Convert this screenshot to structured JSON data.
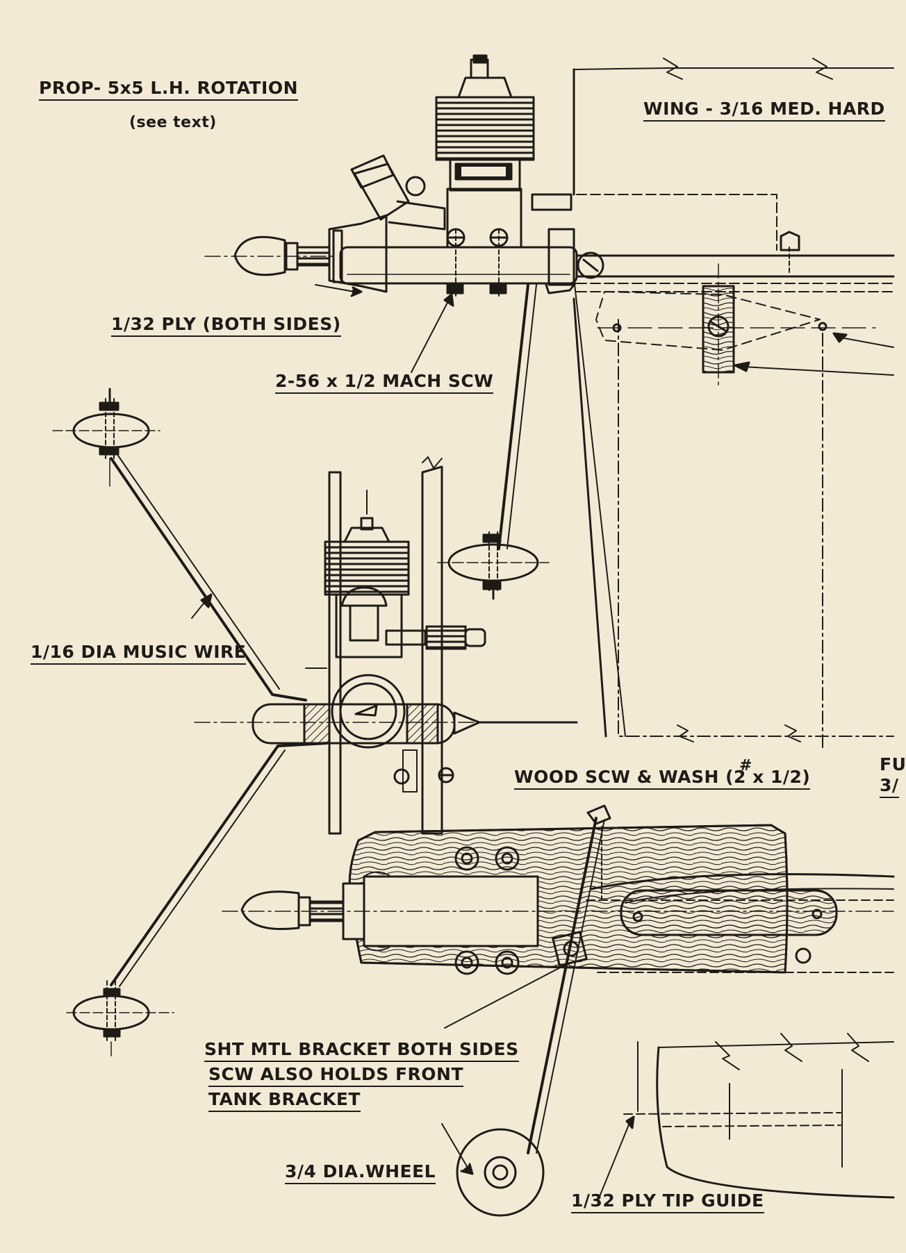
{
  "labels": {
    "prop": "PROP- 5x5  L.H. ROTATION",
    "see_text": "(see text)",
    "wing": "WING - 3/16 MED. HARD",
    "ply_sides": "1/32 PLY (BOTH SIDES)",
    "mach_screw": "2-56 x 1/2 MACH SCW",
    "music_wire": "1/16 DIA MUSIC WIRE",
    "wood_screw": "WOOD SCW & WASH (2 x 1/2)",
    "wood_screw_mark": "#",
    "fu_partial_1": "FU",
    "fu_partial_2": "3/",
    "bracket_1": "SHT MTL BRACKET BOTH SIDES",
    "bracket_2": "SCW ALSO HOLDS FRONT",
    "bracket_3": "TANK BRACKET",
    "wheel": "3/4 DIA.WHEEL",
    "tip_guide": "1/32 PLY TIP GUIDE"
  },
  "colors": {
    "paper": "#f3ead6",
    "ink": "#1e1b17",
    "wood": "#d9c7a4"
  }
}
